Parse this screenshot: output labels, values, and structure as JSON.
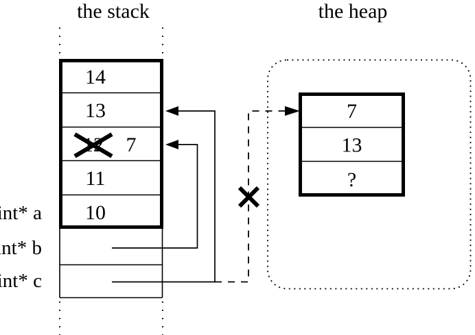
{
  "titles": {
    "stack": "the stack",
    "heap": "the heap"
  },
  "stack": {
    "cells": [
      {
        "value": "14"
      },
      {
        "value": "13"
      },
      {
        "value": "12",
        "crossed": true,
        "new_value": "7"
      },
      {
        "value": "11"
      },
      {
        "value": "10"
      }
    ],
    "labels": [
      {
        "text": "int* a"
      },
      {
        "text": "int* b"
      },
      {
        "text": "int* c"
      }
    ]
  },
  "heap": {
    "cells": [
      {
        "value": "7"
      },
      {
        "value": "13"
      },
      {
        "value": "?"
      }
    ]
  },
  "colors": {
    "ink": "#000000",
    "background": "#ffffff"
  }
}
